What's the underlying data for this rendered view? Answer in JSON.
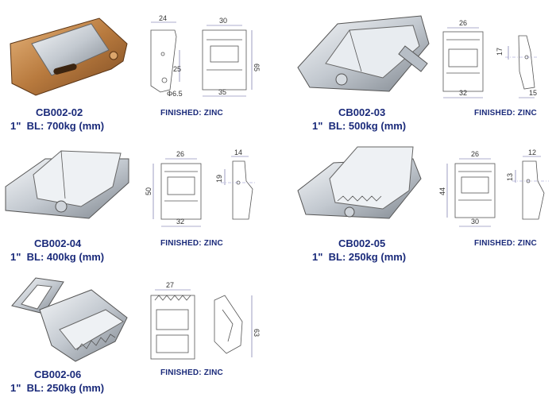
{
  "products": [
    {
      "code": "CB002-02",
      "spec": "1\"  BL: 700kg (mm)",
      "finish": "FINISHED: ZINC",
      "dims": {
        "a": "24",
        "b": "25",
        "c": "Φ6.5",
        "d": "30",
        "e": "65",
        "f": "35"
      }
    },
    {
      "code": "CB002-03",
      "spec": "1\"  BL: 500kg (mm)",
      "finish": "FINISHED: ZINC",
      "dims": {
        "a": "26",
        "b": "32",
        "c": "17",
        "d": "15"
      }
    },
    {
      "code": "CB002-04",
      "spec": "1\"  BL: 400kg (mm)",
      "finish": "FINISHED: ZINC",
      "dims": {
        "a": "26",
        "b": "50",
        "c": "32",
        "d": "14",
        "e": "19"
      }
    },
    {
      "code": "CB002-05",
      "spec": "1\"  BL: 250kg (mm)",
      "finish": "FINISHED: ZINC",
      "dims": {
        "a": "26",
        "b": "44",
        "c": "30",
        "d": "12",
        "e": "13"
      }
    },
    {
      "code": "CB002-06",
      "spec": "1\"  BL: 250kg (mm)",
      "finish": "FINISHED: ZINC",
      "dims": {
        "a": "27",
        "b": "63"
      }
    }
  ],
  "colors": {
    "text": "#1a2a7a",
    "metal": "#c9cfd6",
    "brass": "#b9804a"
  }
}
